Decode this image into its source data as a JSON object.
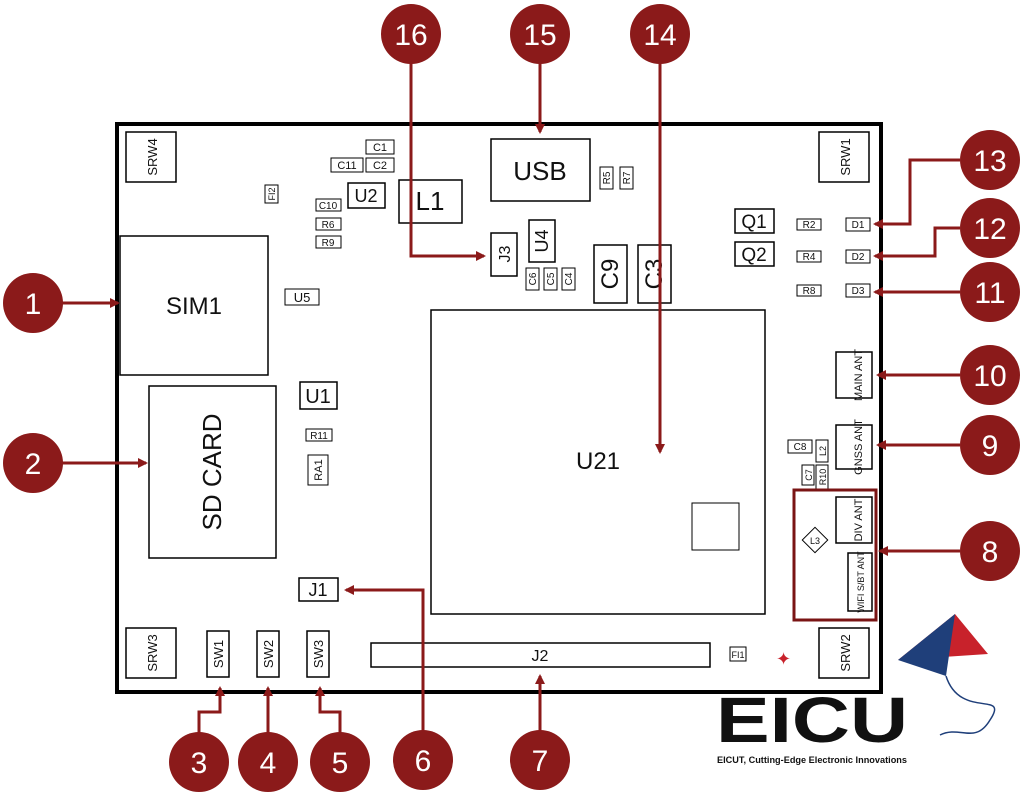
{
  "colors": {
    "marker": "#8B1A1A",
    "outline": "#000000",
    "highlight": "#7A1414",
    "logo_blue": "#1F3F7A",
    "logo_red": "#C8222B"
  },
  "callouts": [
    "1",
    "2",
    "3",
    "4",
    "5",
    "6",
    "7",
    "8",
    "9",
    "10",
    "11",
    "12",
    "13",
    "14",
    "15",
    "16"
  ],
  "components": {
    "sim": "SIM1",
    "sd": "SD CARD",
    "usb": "USB",
    "u21": "U21",
    "l1": "L1",
    "u1": "U1",
    "u2": "U2",
    "u4": "U4",
    "u5": "U5",
    "j1": "J1",
    "j2": "J2",
    "j3": "J3",
    "q1": "Q1",
    "q2": "Q2",
    "c9": "C9",
    "c3": "C3",
    "c1": "C1",
    "c2": "C2",
    "c11": "C11",
    "c10": "C10",
    "r6": "R6",
    "r9": "R9",
    "r11": "R11",
    "ra1": "RA1",
    "r2": "R2",
    "r4": "R4",
    "r8": "R8",
    "d1": "D1",
    "d2": "D2",
    "d3": "D3",
    "r5": "R5",
    "r7": "R7",
    "c6": "C6",
    "c5": "C5",
    "c4": "C4",
    "c8": "C8",
    "l2": "L2",
    "c7": "C7",
    "r10": "R10",
    "l3": "L3",
    "fi1": "FI1",
    "fi2": "FI2",
    "sw1": "SW1",
    "sw2": "SW2",
    "sw3": "SW3",
    "srw1": "SRW1",
    "srw2": "SRW2",
    "srw3": "SRW3",
    "srw4": "SRW4",
    "main_ant": "MAIN ANT",
    "gnss_ant": "GNSS ANT",
    "div_ant": "DIV ANT",
    "wifi_ant": "WIFI S/BT ANT"
  },
  "logo": {
    "mark": "EICU",
    "tagline": "EICUT, Cutting-Edge Electronic Innovations"
  }
}
